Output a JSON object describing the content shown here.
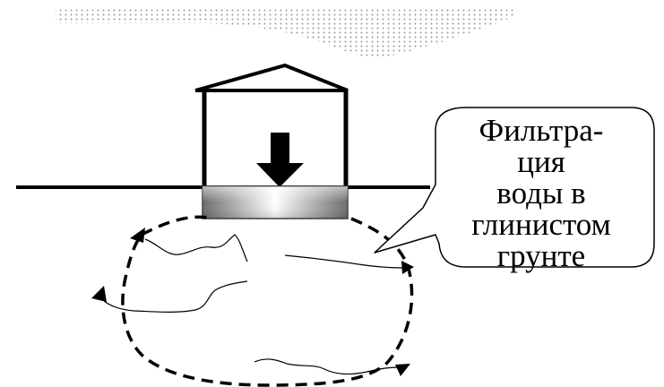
{
  "callout": {
    "lines": [
      "Фильтра-",
      "ция",
      "воды в",
      "глинистом",
      "грунте"
    ]
  },
  "colors": {
    "ink": "#000000",
    "foundation_dark": "#6b6b6b",
    "foundation_light": "#ffffff",
    "dots": "#9a9a9a"
  },
  "icons": {
    "load_arrow": "down-arrow-icon"
  }
}
